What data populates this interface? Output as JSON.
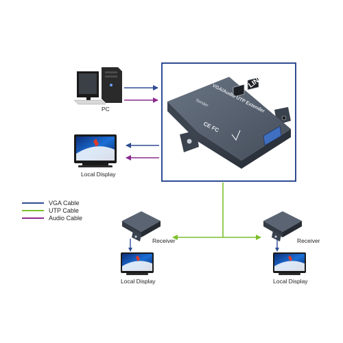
{
  "colors": {
    "vga": "#2f4b93",
    "utp": "#7cbf2c",
    "audio": "#8a2a8e",
    "frame": "#2f4b93",
    "device_body": "#4d5868"
  },
  "icons": {
    "pc": "desktop-computer-icon",
    "display": "lcd-monitor-icon",
    "sender": "extender-sender-device",
    "receiver": "extender-receiver-device"
  },
  "labels": {
    "pc": "PC",
    "local_display_top": "Local Display",
    "receiver_left": "Receiver",
    "receiver_right": "Receiver",
    "local_display_left": "Local Display",
    "local_display_right": "Local Display"
  },
  "legend": [
    {
      "label": "VGA Cable",
      "color": "#2f4b93"
    },
    {
      "label": "UTP Cable",
      "color": "#7cbf2c"
    },
    {
      "label": "Audio Cable",
      "color": "#8a2a8e"
    }
  ],
  "device_text": {
    "brand": "LINK-MI",
    "model": "VGA/Audio UTP Extender",
    "role": "Sender",
    "certs": "CE FC"
  }
}
